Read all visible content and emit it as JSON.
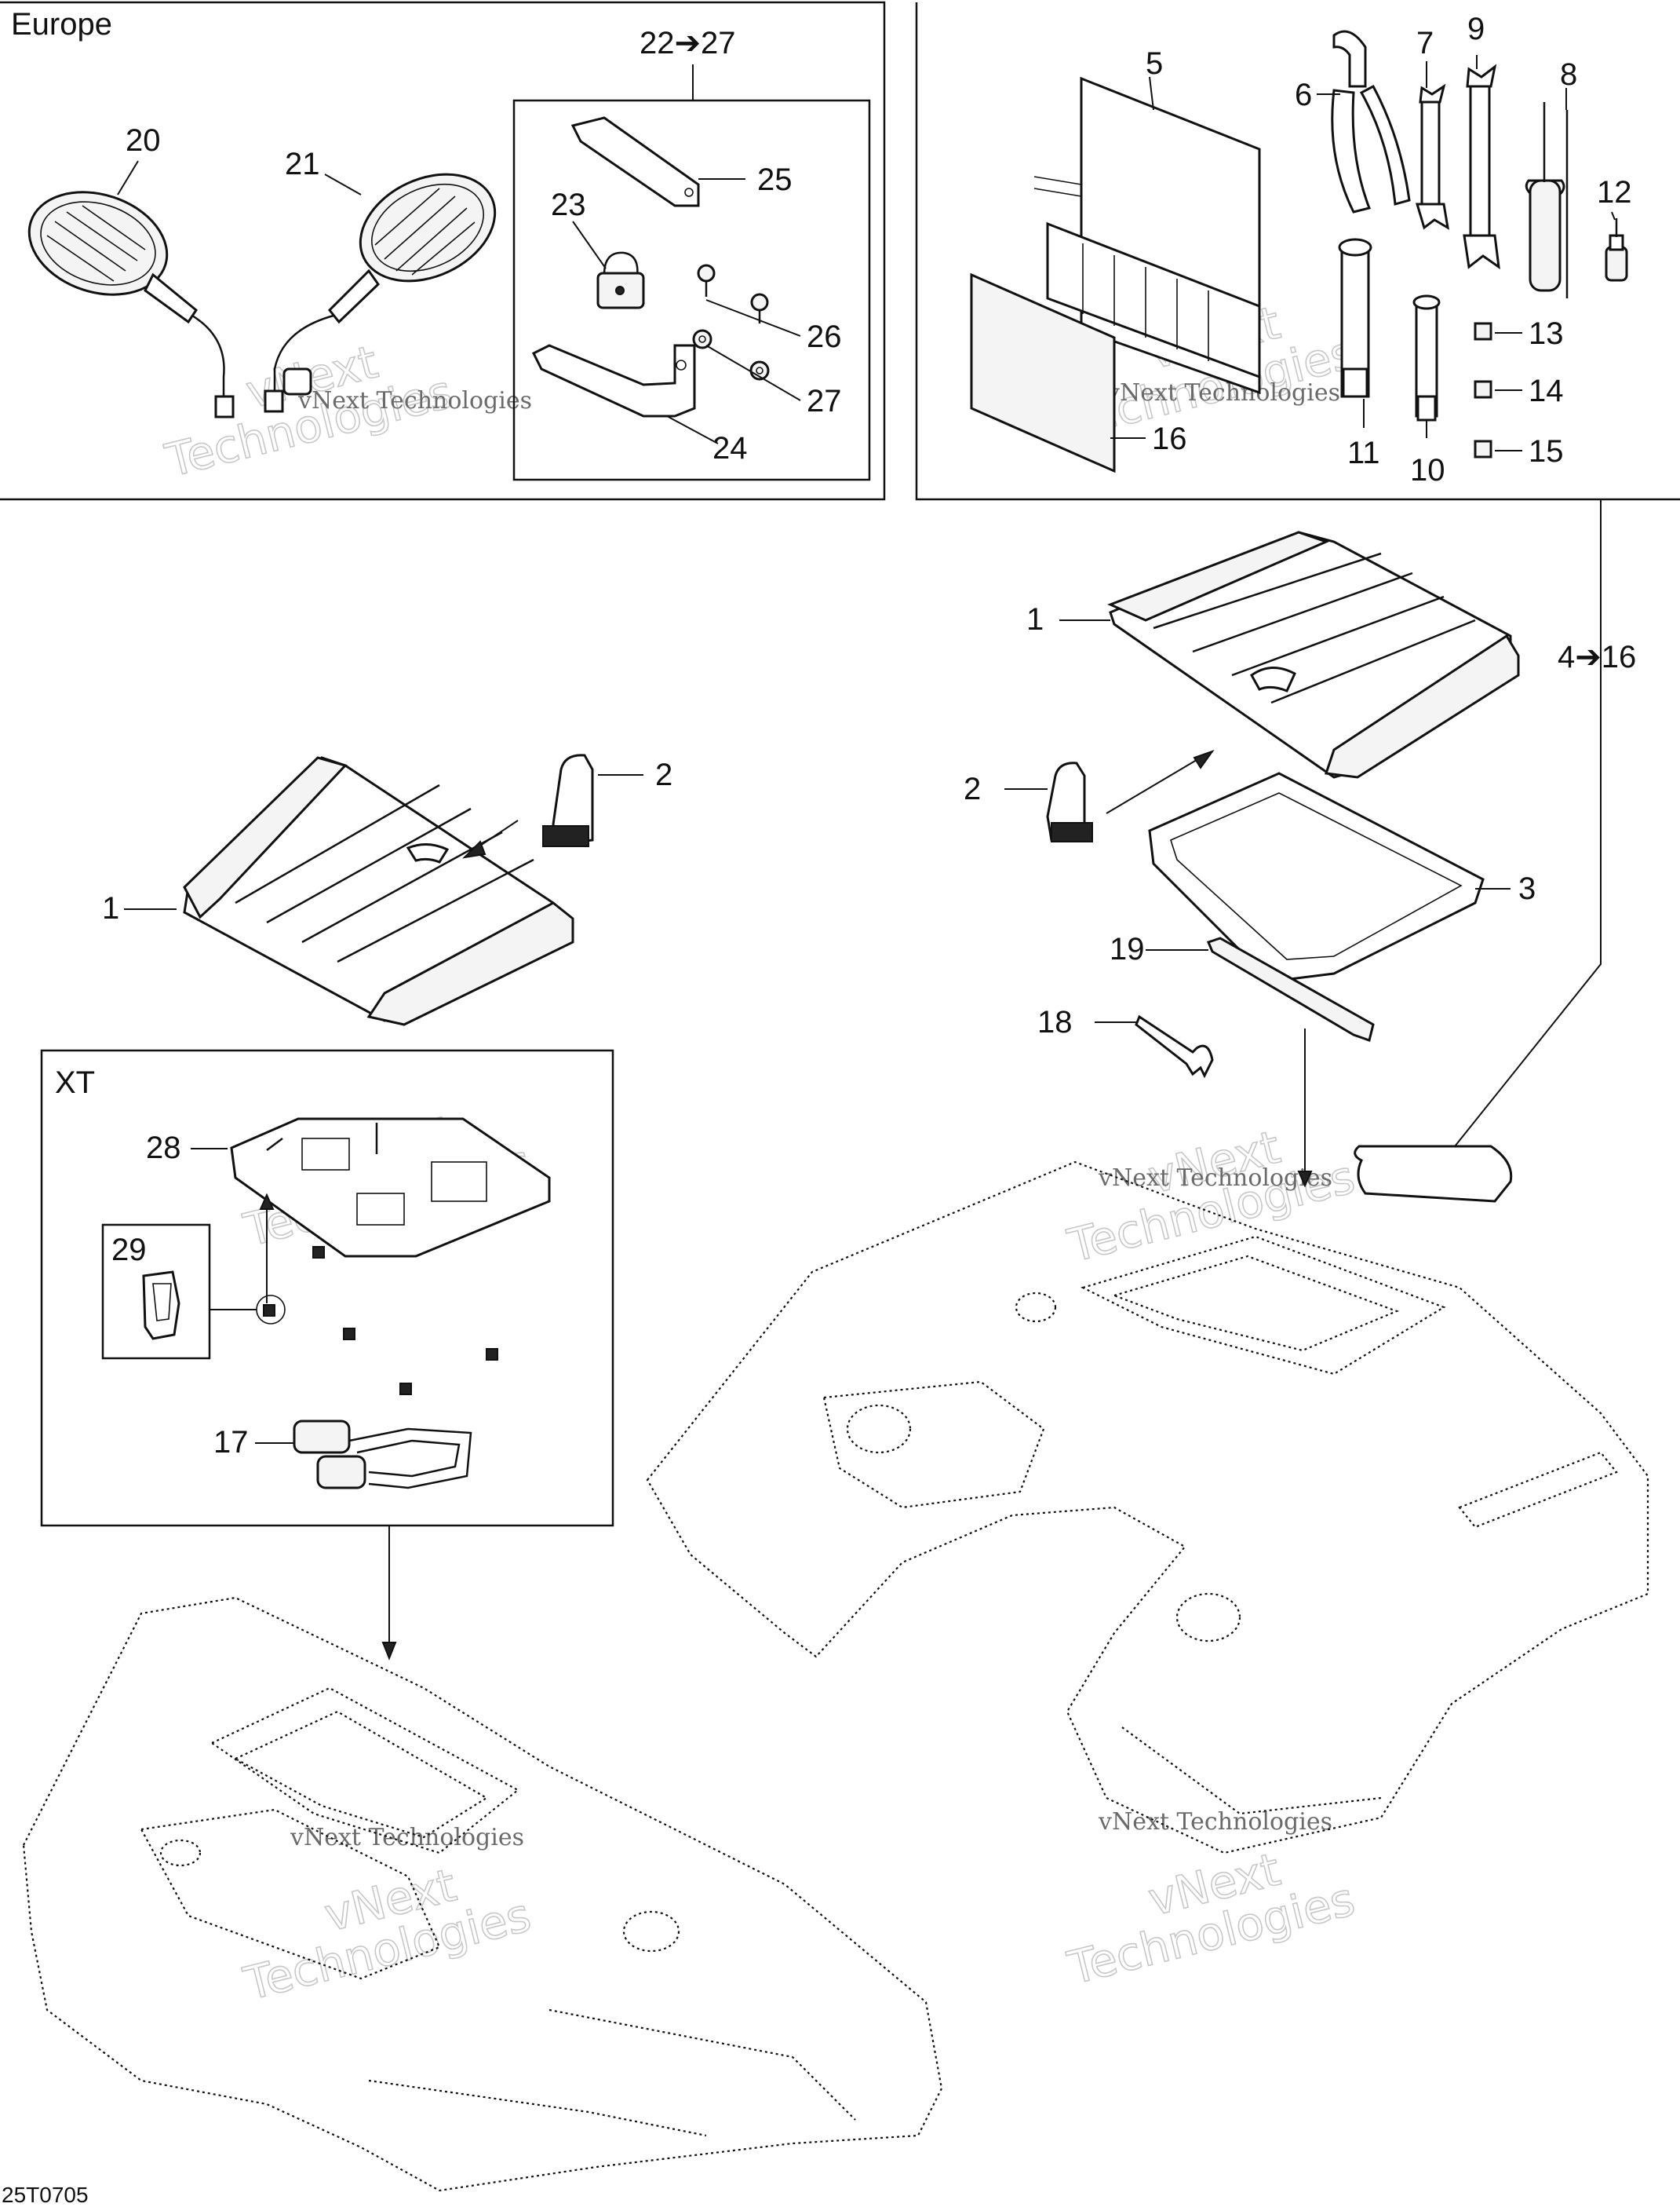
{
  "sections": {
    "europe": "Europe",
    "xt": "XT",
    "range_22_27": "22➔27",
    "range_4_16": "4➔16"
  },
  "labels": {
    "p1a": "1",
    "p1b": "1",
    "p2a": "2",
    "p2b": "2",
    "p3": "3",
    "p5": "5",
    "p6": "6",
    "p7": "7",
    "p8": "8",
    "p9": "9",
    "p10": "10",
    "p11": "11",
    "p12": "12",
    "p13": "13",
    "p14": "14",
    "p15": "15",
    "p16": "16",
    "p17": "17",
    "p18": "18",
    "p19": "19",
    "p20": "20",
    "p21": "21",
    "p23": "23",
    "p24": "24",
    "p25": "25",
    "p26": "26",
    "p27": "27",
    "p28": "28",
    "p29": "29"
  },
  "watermark": {
    "line1": "vNext Technologies",
    "line2": "vNext",
    "line3": "Technologies"
  },
  "figure_code": "25T0705"
}
